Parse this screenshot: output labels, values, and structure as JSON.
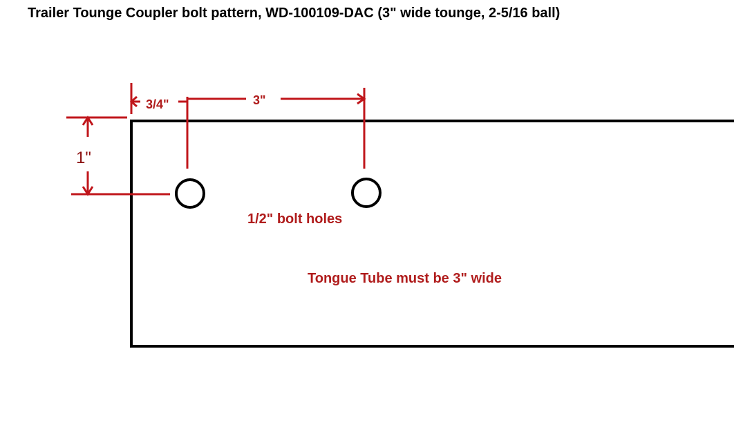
{
  "title": "Trailer Tounge Coupler bolt pattern, WD-100109-DAC (3\" wide tounge, 2-5/16 ball)",
  "dimensions": {
    "edge_offset": "3/4\"",
    "hole_spacing": "3\"",
    "vertical_offset": "1\""
  },
  "notes": {
    "holes": "1/2\" bolt holes",
    "tube": "Tongue Tube must be 3\" wide"
  },
  "colors": {
    "annotation": "#b01c1c",
    "dimension_line": "#c0161b",
    "outline": "#000000"
  }
}
